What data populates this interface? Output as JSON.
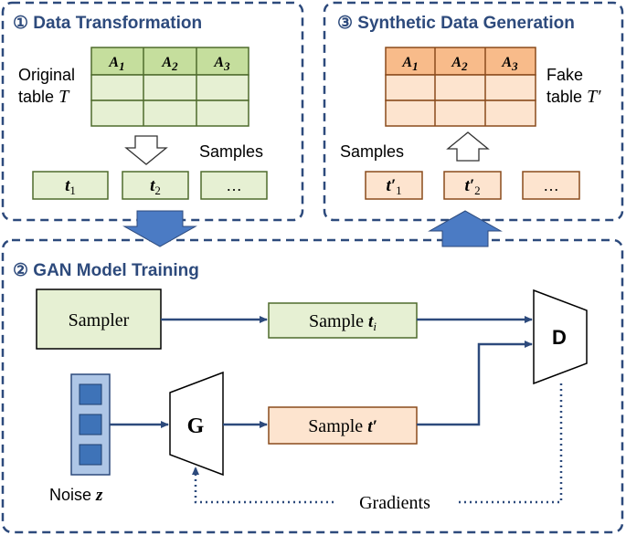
{
  "sections": {
    "transformation": {
      "title": "① Data Transformation"
    },
    "synthetic": {
      "title": "③ Synthetic Data Generation"
    },
    "training": {
      "title": "② GAN Model Training"
    }
  },
  "original_table": {
    "label_line1": "Original",
    "label_line2": "table",
    "symbol": "T",
    "headers": [
      {
        "base": "A",
        "sub": "1"
      },
      {
        "base": "A",
        "sub": "2"
      },
      {
        "base": "A",
        "sub": "3"
      }
    ]
  },
  "fake_table": {
    "label_line1": "Fake",
    "label_line2": "table",
    "symbol": "T′",
    "headers": [
      {
        "base": "A",
        "sub": "1"
      },
      {
        "base": "A",
        "sub": "2"
      },
      {
        "base": "A",
        "sub": "3"
      }
    ]
  },
  "real_samples": {
    "label": "Samples",
    "items": [
      {
        "base": "t",
        "sub": "1"
      },
      {
        "base": "t",
        "sub": "2"
      },
      {
        "base": "…",
        "sub": ""
      }
    ]
  },
  "fake_samples": {
    "label": "Samples",
    "items": [
      {
        "base": "t′",
        "sub": "1"
      },
      {
        "base": "t′",
        "sub": "2"
      },
      {
        "base": "…",
        "sub": ""
      }
    ]
  },
  "gan": {
    "sampler": "Sampler",
    "sample_real_prefix": "Sample ",
    "sample_real_var": "t",
    "sample_real_sub": "i",
    "sample_fake_prefix": "Sample ",
    "sample_fake_var": "t′",
    "generator": "G",
    "discriminator": "D",
    "noise_label": "Noise ",
    "noise_var": "z",
    "gradients": "Gradients"
  },
  "colors": {
    "frame": "#2d4a7c",
    "green_fill": "#e6f0d3",
    "green_header": "#c5de9d",
    "green_stroke": "#4f6b2c",
    "orange_fill": "#fde4cf",
    "orange_header": "#f8bb8a",
    "orange_stroke": "#8a4b1c",
    "noise_fill": "#aec6e6",
    "noise_cell": "#3e73b8",
    "wide_arrow": "#4b7bc4"
  }
}
